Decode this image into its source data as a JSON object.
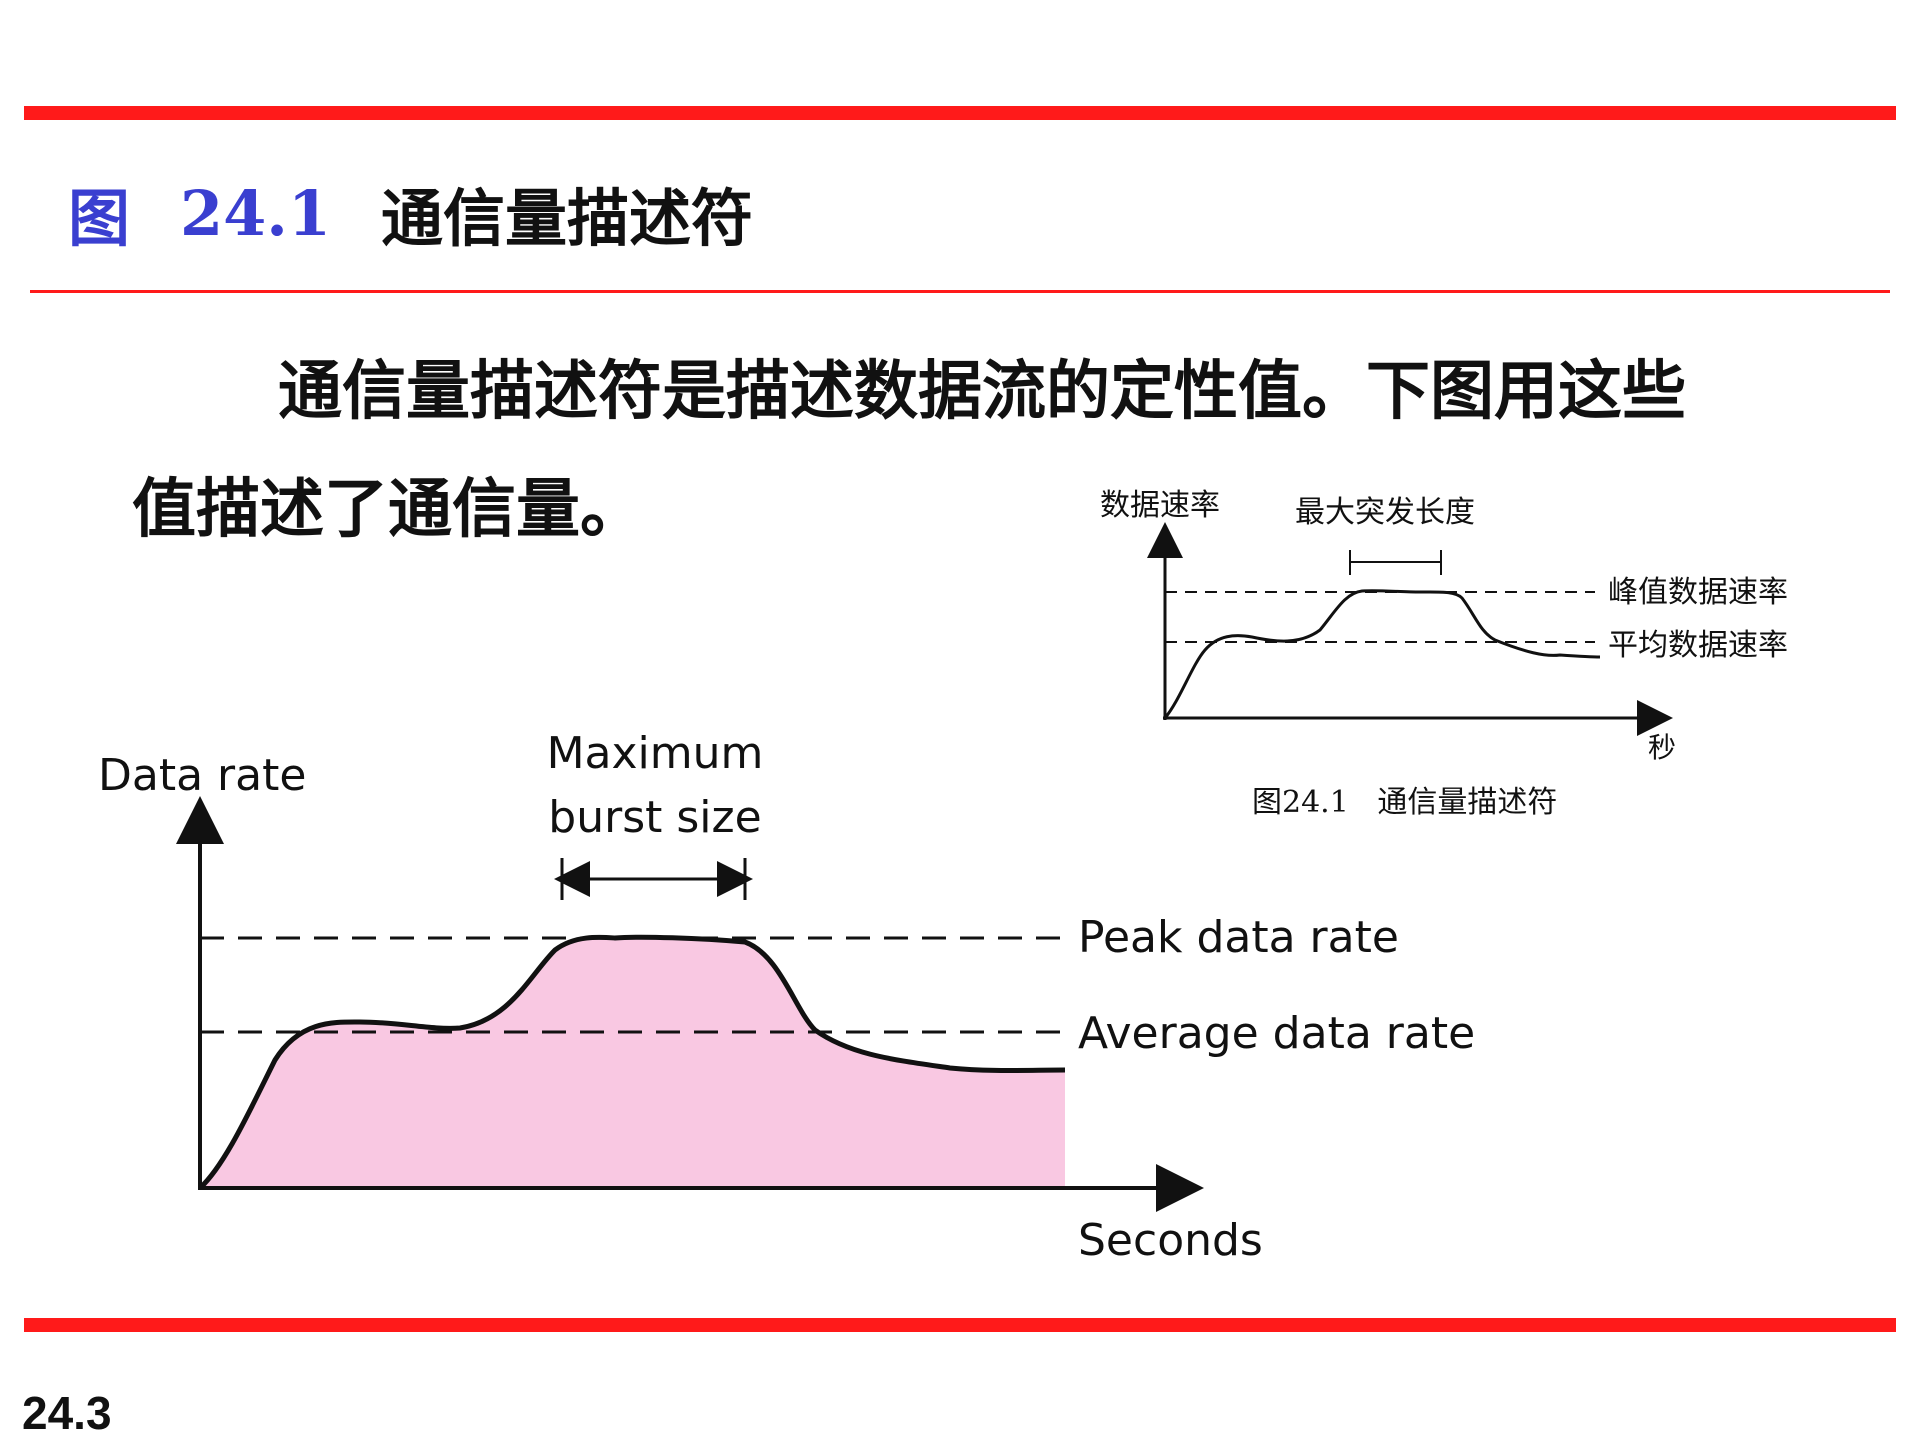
{
  "heading": {
    "figure_word": "图",
    "figure_number": "24.1",
    "title": "通信量描述符"
  },
  "paragraph": {
    "line1": "通信量描述符是描述数据流的定性值。下图用这些",
    "line2": "值描述了通信量。"
  },
  "main_diagram": {
    "y_axis_label": "Data rate",
    "x_axis_label": "Seconds",
    "burst_label_line1": "Maximum",
    "burst_label_line2": "burst size",
    "peak_label": "Peak data rate",
    "average_label": "Average data rate",
    "fill_color": "#f9c8e2"
  },
  "inset_diagram": {
    "y_axis_label": "数据速率",
    "burst_label": "最大突发长度",
    "peak_label": "峰值数据速率",
    "average_label": "平均数据速率",
    "x_axis_label": "秒",
    "caption": "图24.1   通信量描述符"
  },
  "colors": {
    "accent_red": "#ff1a1a",
    "heading_blue": "#3a3fd0"
  },
  "page_number": "24.3"
}
